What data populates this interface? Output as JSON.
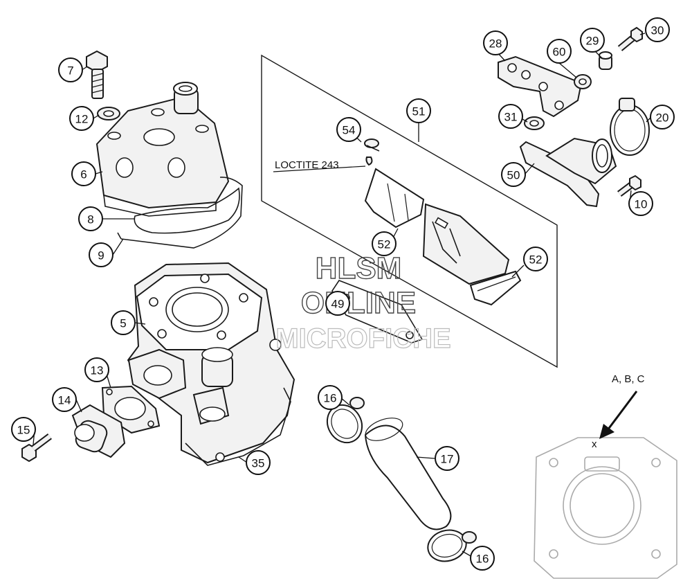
{
  "callouts": {
    "c7": "7",
    "c12": "12",
    "c6": "6",
    "c8": "8",
    "c9": "9",
    "c5": "5",
    "c13": "13",
    "c14": "14",
    "c15": "15",
    "c35": "35",
    "c54": "54",
    "c51": "51",
    "c52a": "52",
    "c52b": "52",
    "c49": "49",
    "c28": "28",
    "c60": "60",
    "c29": "29",
    "c30": "30",
    "c31": "31",
    "c20": "20",
    "c50": "50",
    "c10": "10",
    "c16a": "16",
    "c17": "17",
    "c16b": "16"
  },
  "notes": {
    "loctite": "LOCTITE 243",
    "abc": "A, B, C",
    "x_mark": "x"
  },
  "watermark": {
    "line1": "HLSM",
    "line2": "ONLINE",
    "line3": "MICROFICHE"
  }
}
